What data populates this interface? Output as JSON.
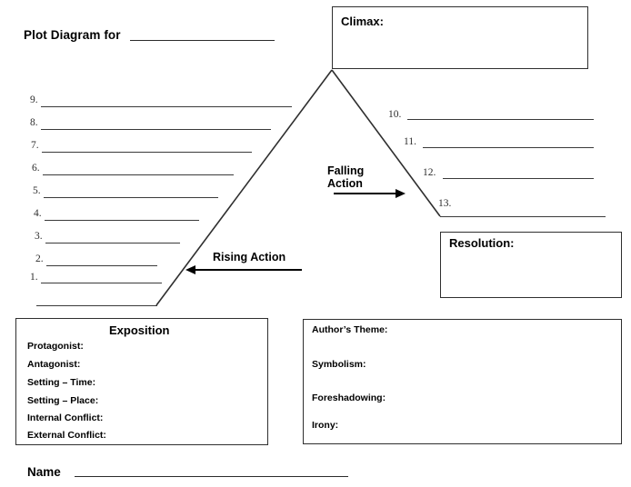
{
  "page": {
    "title_prefix": "Plot Diagram for",
    "background": "#ffffff",
    "ink": "#000000",
    "line_color": "#3a3a3a"
  },
  "title_blank": {
    "label": "plot-diagram-title-blank",
    "value": ""
  },
  "rising_action": {
    "label": "Rising Action",
    "arrow_direction": "left",
    "items": [
      {
        "number": "9.",
        "value": ""
      },
      {
        "number": "8.",
        "value": ""
      },
      {
        "number": "7.",
        "value": ""
      },
      {
        "number": "6.",
        "value": ""
      },
      {
        "number": "5.",
        "value": ""
      },
      {
        "number": "4.",
        "value": ""
      },
      {
        "number": "3.",
        "value": ""
      },
      {
        "number": "2.",
        "value": ""
      },
      {
        "number": "1.",
        "value": ""
      },
      {
        "number": "",
        "value": ""
      }
    ]
  },
  "climax": {
    "label": "Climax:",
    "value": ""
  },
  "falling_action": {
    "label_line1": "Falling",
    "label_line2": "Action",
    "arrow_direction": "right",
    "items": [
      {
        "number": "10.",
        "value": ""
      },
      {
        "number": "11.",
        "value": ""
      },
      {
        "number": "12.",
        "value": ""
      },
      {
        "number": "13.",
        "value": ""
      }
    ]
  },
  "resolution": {
    "label": "Resolution:",
    "value": ""
  },
  "exposition": {
    "heading": "Exposition",
    "fields": [
      {
        "label": "Protagonist:",
        "value": ""
      },
      {
        "label": "Antagonist:",
        "value": ""
      },
      {
        "label": "Setting – Time:",
        "value": ""
      },
      {
        "label": "Setting – Place:",
        "value": ""
      },
      {
        "label": "Internal Conflict:",
        "value": ""
      },
      {
        "label": "External Conflict:",
        "value": ""
      }
    ]
  },
  "analysis": {
    "fields": [
      {
        "label": "Author’s Theme:",
        "value": ""
      },
      {
        "label": "Symbolism:",
        "value": ""
      },
      {
        "label": "Foreshadowing:",
        "value": ""
      },
      {
        "label": "Irony:",
        "value": ""
      }
    ]
  },
  "name_field": {
    "label": "Name",
    "value": ""
  }
}
